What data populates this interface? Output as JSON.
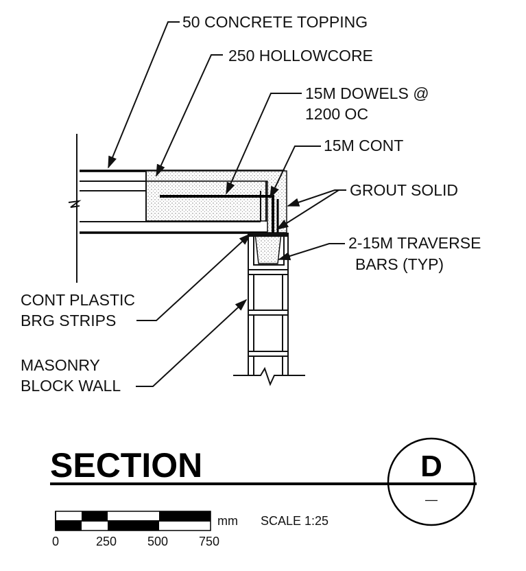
{
  "labels": {
    "concrete_topping": "50 CONCRETE TOPPING",
    "hollowcore": "250 HOLLOWCORE",
    "dowels_line1": "15M DOWELS @",
    "dowels_line2": "1200 OC",
    "cont": "15M CONT",
    "grout": "GROUT SOLID",
    "traverse_line1": "2-15M TRAVERSE",
    "traverse_line2": "BARS  (TYP)",
    "plastic_line1": "CONT PLASTIC",
    "plastic_line2": "BRG STRIPS",
    "masonry_line1": "MASONRY",
    "masonry_line2": "BLOCK WALL"
  },
  "title": {
    "text": "SECTION",
    "mark": "D",
    "sheet": "—"
  },
  "scale_bar": {
    "unit": "mm",
    "scale_text": "SCALE 1:25",
    "ticks": [
      "0",
      "250",
      "500",
      "750"
    ]
  },
  "colors": {
    "ink": "#111111",
    "stipple": "#9a9a9a"
  }
}
